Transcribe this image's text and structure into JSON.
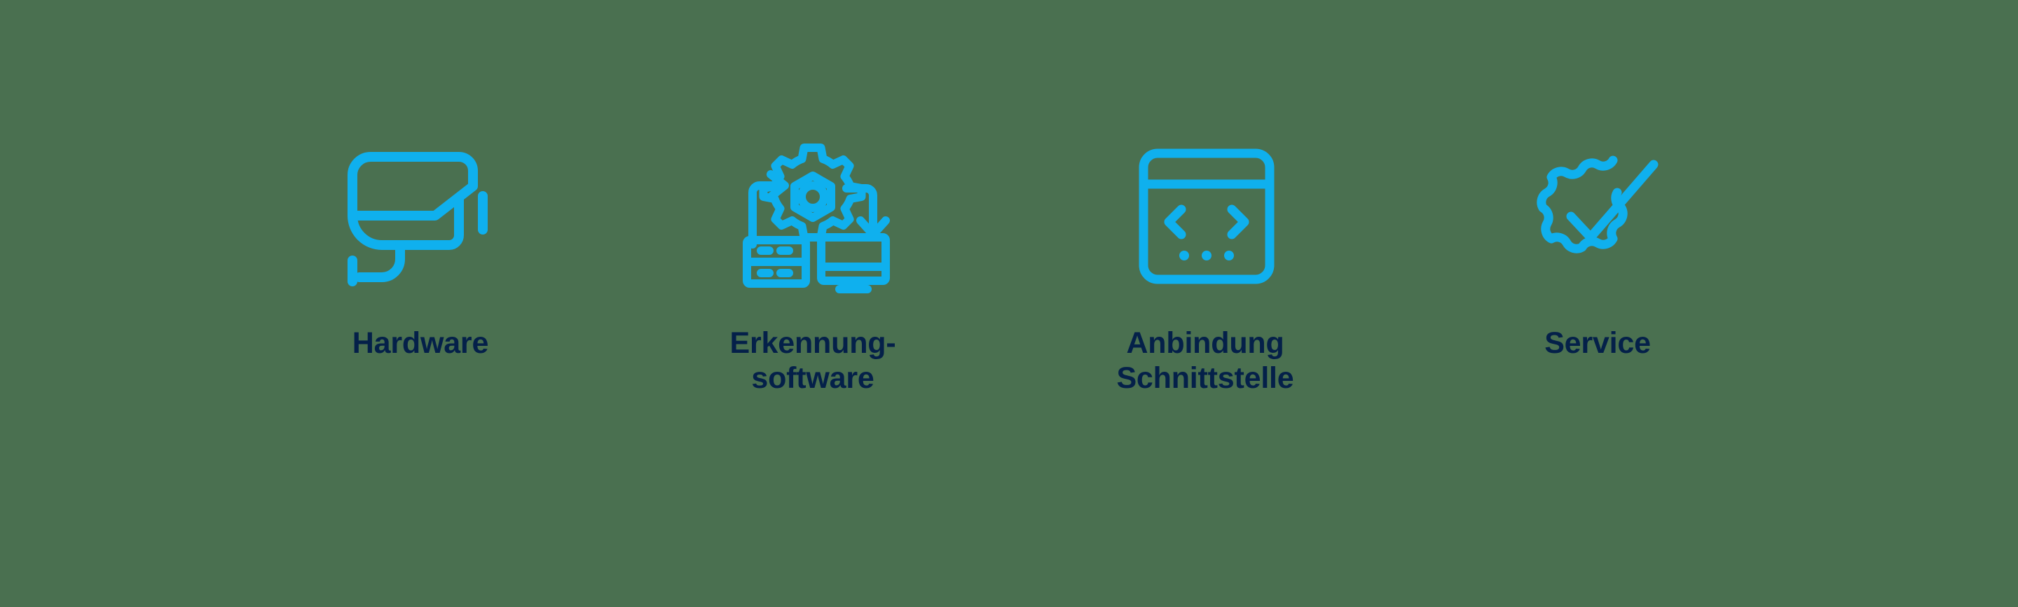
{
  "theme": {
    "background_color": "#4a7050",
    "icon_color": "#0fb0ee",
    "label_color": "#042049"
  },
  "features": [
    {
      "id": "hardware",
      "icon_name": "security-camera-icon",
      "label": "Hardware"
    },
    {
      "id": "erkennungssoftware",
      "icon_name": "detection-software-icon",
      "label": "Erkennung-\nsoftware"
    },
    {
      "id": "anbindung-schnittstelle",
      "icon_name": "api-window-icon",
      "label": "Anbindung\nSchnittstelle"
    },
    {
      "id": "service",
      "icon_name": "quality-badge-check-icon",
      "label": "Service"
    }
  ]
}
